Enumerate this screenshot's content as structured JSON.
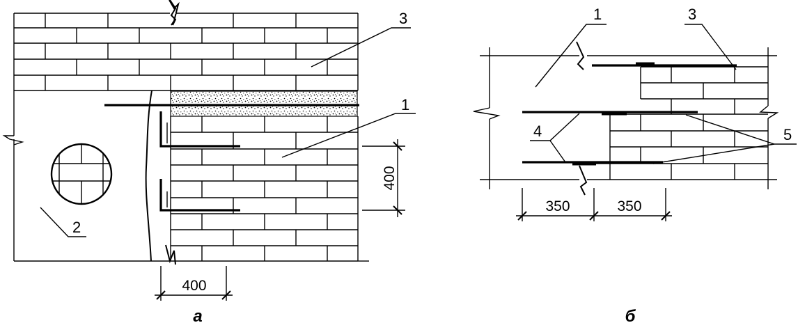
{
  "figure_a": {
    "labels": {
      "one": "1",
      "two": "2",
      "three": "3"
    },
    "dimensions": {
      "vertical_pitch": "400",
      "horizontal_pitch": "400"
    },
    "caption": "а"
  },
  "figure_b": {
    "labels": {
      "one": "1",
      "three": "3",
      "four": "4",
      "five": "5"
    },
    "dimensions": {
      "left_span": "350",
      "right_span": "350"
    },
    "caption": "б"
  }
}
